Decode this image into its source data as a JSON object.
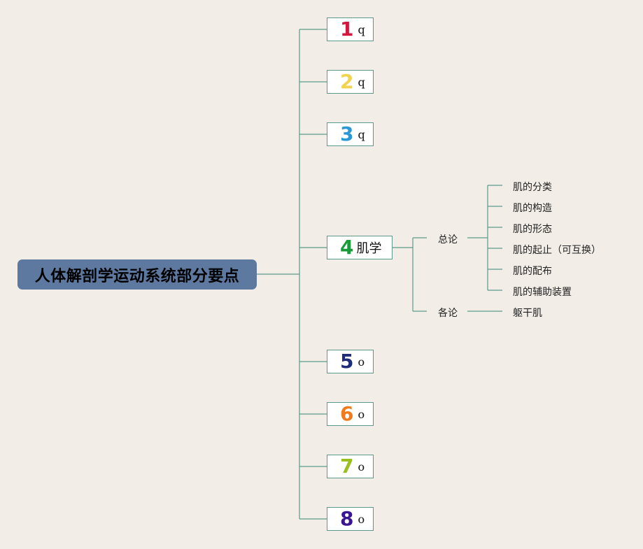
{
  "central": {
    "label": "人体解剖学运动系统部分要点"
  },
  "branches": [
    {
      "num": "1",
      "label": "q",
      "color": "#d4163c"
    },
    {
      "num": "2",
      "label": "q",
      "color": "#f1d34e"
    },
    {
      "num": "3",
      "label": "q",
      "color": "#2a98d6"
    },
    {
      "num": "4",
      "label": "肌学",
      "color": "#1a9b3a"
    },
    {
      "num": "5",
      "label": "o",
      "color": "#1f2c7a"
    },
    {
      "num": "6",
      "label": "o",
      "color": "#f07a1c"
    },
    {
      "num": "7",
      "label": "o",
      "color": "#9bbf1e"
    },
    {
      "num": "8",
      "label": "o",
      "color": "#3a1591"
    }
  ],
  "muscle": {
    "general": {
      "label": "总论",
      "items": [
        "肌的分类",
        "肌的构造",
        "肌的形态",
        "肌的起止（可互换）",
        "肌的配布",
        "肌的辅助装置"
      ]
    },
    "specific": {
      "label": "各论",
      "items": [
        "躯干肌"
      ]
    }
  },
  "colors": {
    "line": "#5b9a8a",
    "central_bg": "#5d79a0",
    "background": "#f2ede7"
  }
}
